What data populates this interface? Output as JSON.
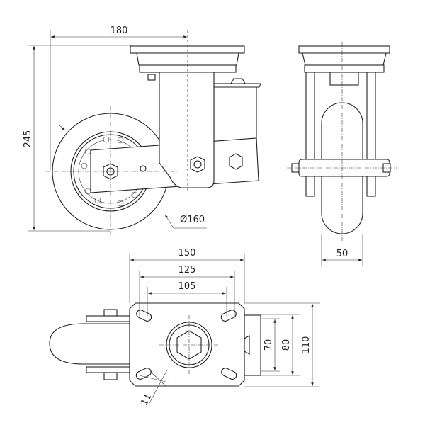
{
  "drawing": {
    "title": "Spring-loaded swivel caster dimension drawing",
    "dimensions": {
      "overall_length": "180",
      "overall_height": "245",
      "wheel_diameter": "Ø160",
      "wheel_width": "50",
      "plate_length": "150",
      "bolt_spacing_outer": "125",
      "bolt_spacing_inner": "105",
      "bolt_spacing_width_inner": "70",
      "bolt_spacing_width_outer": "80",
      "plate_width": "110",
      "bolt_hole": "11"
    }
  }
}
